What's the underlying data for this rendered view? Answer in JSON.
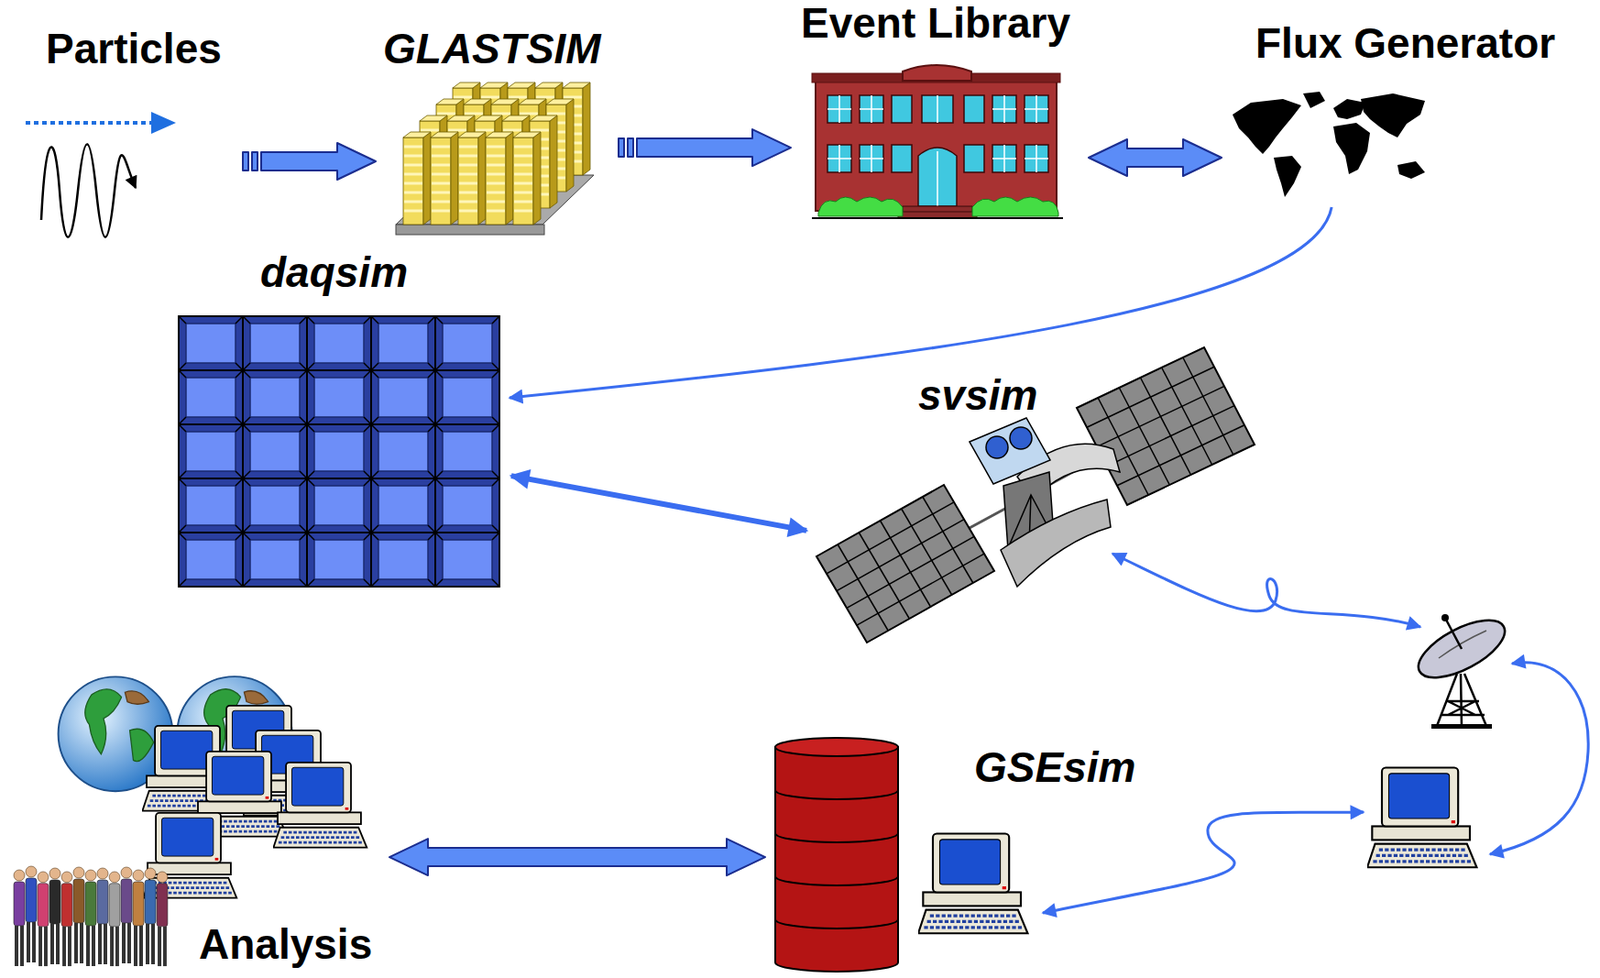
{
  "diagram": {
    "nodes": [
      {
        "text": [
          "Particles"
        ]
      },
      {
        "text": [
          "GLASTSIM"
        ]
      },
      {
        "text": [
          "Event Library"
        ]
      },
      {
        "text": [
          "Flux Generator"
        ]
      },
      {
        "text": [
          "daqsim"
        ]
      },
      {
        "text": [
          "svsim"
        ]
      },
      {
        "text": [
          "GSEsim"
        ]
      },
      {
        "text": [
          "Analysis"
        ]
      }
    ],
    "edges": [
      {
        "from": 0,
        "to": 1,
        "arrow": "to"
      },
      {
        "from": 1,
        "to": 2,
        "arrow": "to"
      },
      {
        "from": 2,
        "to": 3,
        "arrow": "both"
      },
      {
        "from": 3,
        "to": 4,
        "arrow": "to"
      },
      {
        "from": 4,
        "to": 5,
        "arrow": "both"
      },
      {
        "from": 6,
        "to": 7,
        "arrow": "both"
      }
    ]
  }
}
